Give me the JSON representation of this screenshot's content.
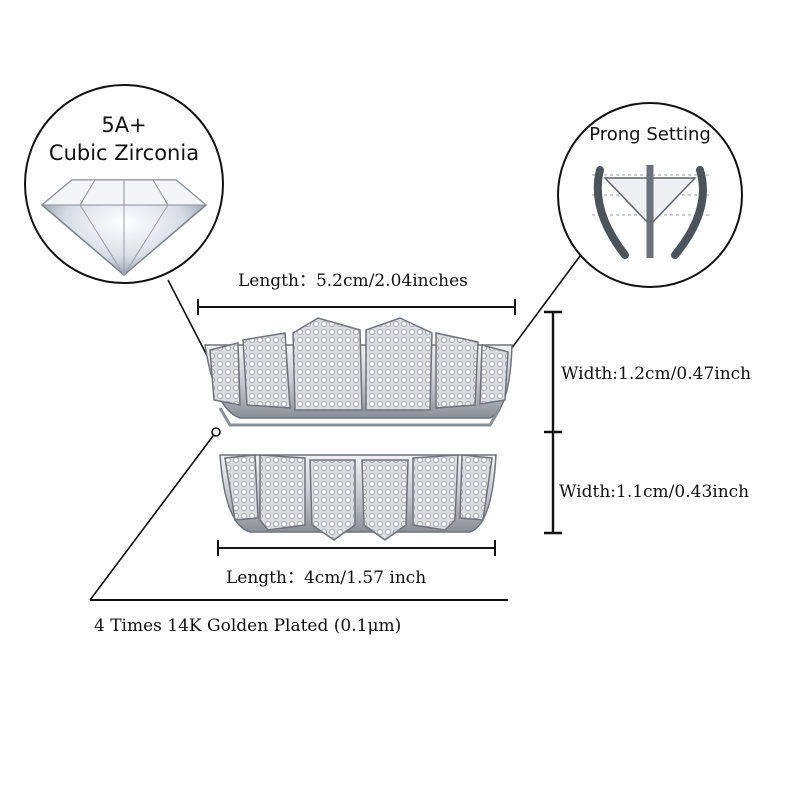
{
  "callouts": {
    "stone": {
      "line1": "5A+",
      "line2": "Cubic Zirconia"
    },
    "setting": {
      "title": "Prong Setting"
    }
  },
  "dimensions": {
    "top_length": "Length：5.2cm/2.04inches",
    "top_width": "Width:1.2cm/0.47inch",
    "bottom_width": "Width:1.1cm/0.43inch",
    "bottom_length": "Length：4cm/1.57 inch"
  },
  "plating_note": "4 Times 14K Golden Plated (0.1μm)",
  "colors": {
    "line": "#111111",
    "metal": "#c9ccd1",
    "metal_dark": "#6f747c",
    "stone": "#e6e9ef"
  }
}
